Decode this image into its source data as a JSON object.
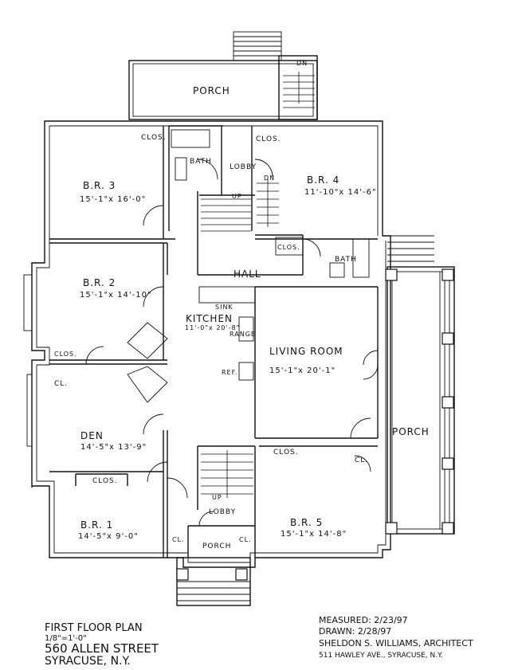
{
  "plan": {
    "rooms": {
      "porch_top": "PORCH",
      "clos_br3": "CLOS.",
      "bath_top": "BATH",
      "lobby_top": "LOBBY",
      "clos_br4": "CLOS.",
      "dn_top": "DN",
      "dn_stair": "DN",
      "up_top": "UP",
      "br3": "B.R. 3",
      "br3_dim": "15'-1\"x 16'-0\"",
      "br4": "B.R. 4",
      "br4_dim": "11'-10\"x 14'-6\"",
      "clos_mid": "CLOS.",
      "bath_right": "BATH",
      "hall": "HALL",
      "br2": "B.R. 2",
      "br2_dim": "15'-1\"x 14'-10\"",
      "sink": "SINK",
      "kitchen": "KITCHEN",
      "kitchen_dim": "11'-0\"x 20'-8\"",
      "range": "RANGE",
      "living": "LIVING ROOM",
      "living_dim": "15'-1\"x 20'-1\"",
      "clos_left": "CLOS.",
      "cl_left": "CL.",
      "ref": "REF.",
      "porch_right": "PORCH",
      "den": "DEN",
      "den_dim": "14'-5\"x 13'-9\"",
      "clos_den": "CLOS.",
      "clos_br5": "CLOS.",
      "cl_br5": "CL.",
      "up_bottom": "UP",
      "lobby_bottom": "LOBBY",
      "br1": "B.R. 1",
      "br1_dim": "14'-5\"x 9'-0\"",
      "cl_b1": "CL.",
      "porch_bottom": "PORCH",
      "cl_b2": "CL.",
      "br5": "B.R. 5",
      "br5_dim": "15'-1\"x 14'-8\""
    }
  },
  "footer": {
    "title": "FIRST FLOOR PLAN",
    "scale": "1/8\"=1'-0\"",
    "address": "560 ALLEN STREET",
    "city": "SYRACUSE, N.Y.",
    "measured": "MEASURED: 2/23/97",
    "drawn": "DRAWN: 2/28/97",
    "architect": "SHELDON S. WILLIAMS, ARCHITECT",
    "architect_address": "511 HAWLEY AVE., SYRACUSE, N.Y."
  }
}
